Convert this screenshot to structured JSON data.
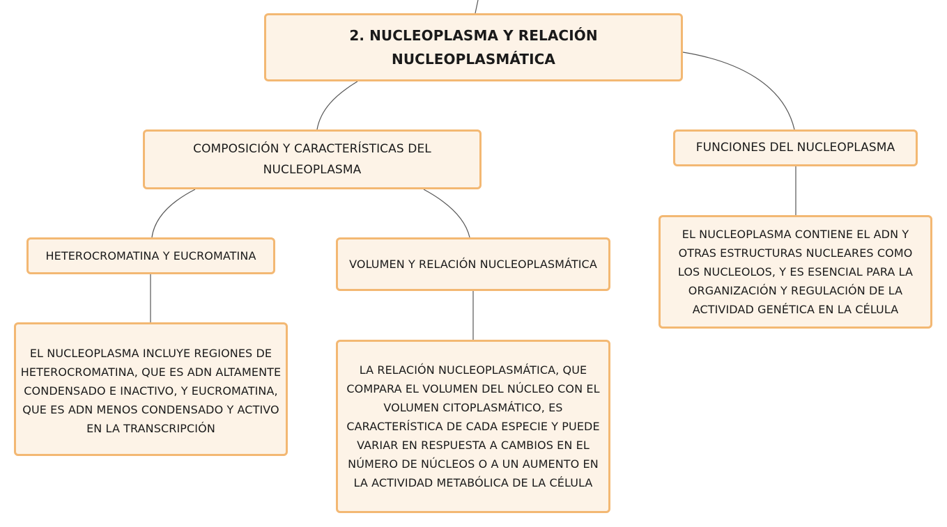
{
  "diagram": {
    "main_topic": "2. NUCLEOPLASMA Y RELACIÓN NUCLEOPLASMÁTICA",
    "branches": {
      "composicion": {
        "label": "COMPOSICIÓN Y CARACTERÍSTICAS DEL NUCLEOPLASMA",
        "children": {
          "heterocromatina": {
            "label": "HETEROCROMATINA Y EUCROMATINA",
            "description": "EL NUCLEOPLASMA INCLUYE REGIONES DE HETEROCROMATINA, QUE ES ADN ALTAMENTE CONDENSADO E INACTIVO, Y EUCROMATINA, QUE ES ADN MENOS CONDENSADO Y ACTIVO EN LA TRANSCRIPCIÓN"
          },
          "volumen": {
            "label": "VOLUMEN Y RELACIÓN NUCLEOPLASMÁTICA",
            "description": "LA RELACIÓN NUCLEOPLASMÁTICA, QUE COMPARA EL VOLUMEN DEL NÚCLEO CON EL VOLUMEN CITOPLASMÁTICO, ES CARACTERÍSTICA DE CADA ESPECIE Y PUEDE VARIAR EN RESPUESTA A CAMBIOS EN EL NÚMERO DE NÚCLEOS O A UN AUMENTO EN LA ACTIVIDAD METABÓLICA DE LA CÉLULA"
          }
        }
      },
      "funciones": {
        "label": "FUNCIONES DEL NUCLEOPLASMA",
        "description": "EL NUCLEOPLASMA CONTIENE EL ADN Y OTRAS ESTRUCTURAS NUCLEARES COMO LOS NUCLEOLOS, Y ES ESENCIAL PARA LA ORGANIZACIÓN Y REGULACIÓN DE LA ACTIVIDAD GENÉTICA EN LA CÉLULA"
      }
    }
  },
  "colors": {
    "node_fill": "#fdf3e7",
    "node_border": "#f3b873",
    "connector": "#555555"
  }
}
